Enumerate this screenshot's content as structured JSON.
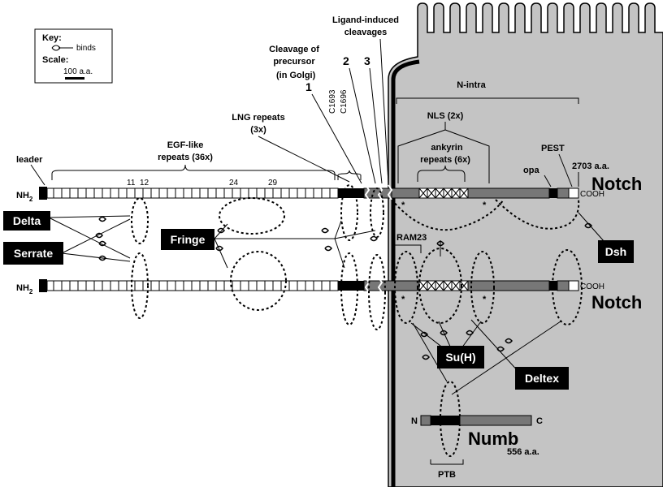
{
  "key": {
    "title": "Key:",
    "binds": "binds",
    "scale_title": "Scale:",
    "scale_value": "100 a.a."
  },
  "labels": {
    "leader": "leader",
    "egf_line1": "EGF-like",
    "egf_line2": "repeats (36x)",
    "lng_line1": "LNG repeats",
    "lng_line2": "(3x)",
    "cleavage_line1": "Cleavage of",
    "cleavage_line2": "precursor",
    "cleavage_line3": "(in Golgi)",
    "cleavage_num": "1",
    "ligand_line1": "Ligand-induced",
    "ligand_line2": "cleavages",
    "ligand_num2": "2",
    "ligand_num3": "3",
    "c1693": "C1693",
    "c1696": "C1696",
    "n_intra": "N-intra",
    "nls": "NLS (2x)",
    "ankyrin_line1": "ankyrin",
    "ankyrin_line2": "repeats (6x)",
    "opa": "opa",
    "pest": "PEST",
    "notch_length": "2703 a.a.",
    "notch": "Notch",
    "nh2": "NH",
    "nh2_sub": "2",
    "cooh": "COOH",
    "egf_11": "11",
    "egf_12": "12",
    "egf_24": "24",
    "egf_29": "29",
    "ram23": "RAM23",
    "numb": "Numb",
    "numb_n": "N",
    "numb_c": "C",
    "numb_length": "556 a.a.",
    "ptb": "PTB",
    "asterisk": "*"
  },
  "boxes": {
    "delta": "Delta",
    "serrate": "Serrate",
    "fringe": "Fringe",
    "dsh": "Dsh",
    "suh": "Su(H)",
    "deltex": "Deltex"
  },
  "colors": {
    "cell_fill": "#c4c4c4",
    "intracellular_bar": "#777777",
    "box_fill": "#000000"
  }
}
